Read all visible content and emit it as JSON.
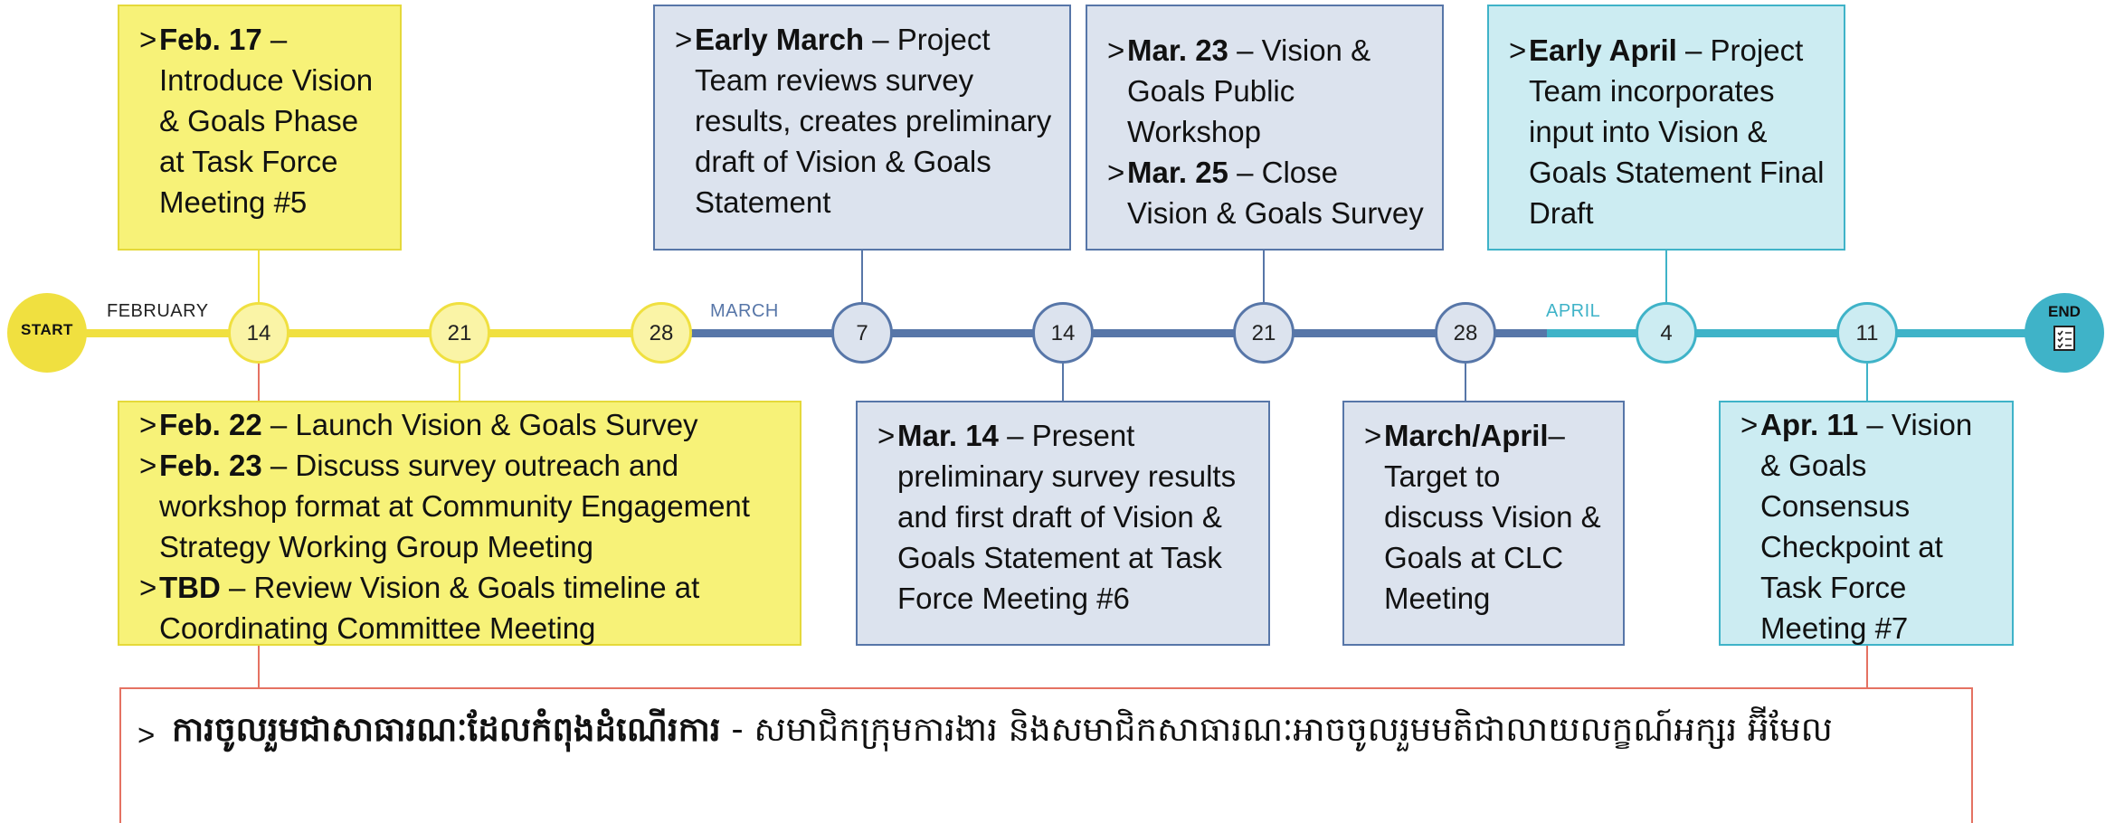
{
  "colors": {
    "yellow": "#f7f278",
    "yellow_line": "#f0e040",
    "steel": "#5776a8",
    "steel_fill": "#dce3ee",
    "cyan": "#3fb3c8",
    "cyan_fill": "#ccecf2",
    "banner_border": "#e57262"
  },
  "timeline": {
    "start_label": "START",
    "end_label": "END",
    "end_icon": "checklist-icon",
    "months": {
      "february": "FEBRUARY",
      "march": "MARCH",
      "april": "APRIL"
    },
    "dates": [
      "14",
      "21",
      "28",
      "7",
      "14",
      "21",
      "28",
      "4",
      "11"
    ]
  },
  "top_boxes": {
    "feb17": {
      "items": [
        {
          "bold": "Feb. 17",
          "rest": " – Introduce Vision & Goals Phase at Task Force Meeting #5"
        }
      ]
    },
    "early_march": {
      "items": [
        {
          "bold": "Early March",
          "rest": " – Project Team reviews survey results, creates preliminary draft of Vision & Goals Statement"
        }
      ]
    },
    "mar23": {
      "items": [
        {
          "bold": "Mar. 23",
          "rest": " – Vision & Goals Public Workshop"
        },
        {
          "bold": "Mar. 25",
          "rest": " – Close Vision & Goals Survey"
        }
      ]
    },
    "early_april": {
      "items": [
        {
          "bold": "Early April",
          "rest": " – Project Team incorporates input into Vision & Goals Statement Final Draft"
        }
      ]
    }
  },
  "bottom_boxes": {
    "feb22": {
      "items": [
        {
          "bold": "Feb. 22",
          "rest": " – Launch Vision & Goals Survey"
        },
        {
          "bold": "Feb. 23",
          "rest": " – Discuss survey outreach and workshop format at Community Engagement Strategy Working Group Meeting"
        },
        {
          "bold": "TBD",
          "rest": " – Review Vision & Goals timeline at Coordinating Committee Meeting"
        }
      ]
    },
    "mar14": {
      "items": [
        {
          "bold": "Mar. 14",
          "rest": " – Present preliminary survey results and first draft of Vision & Goals Statement at Task Force Meeting #6"
        }
      ]
    },
    "march_april": {
      "items": [
        {
          "bold": "March/April",
          "rest": "– Target to discuss Vision & Goals at CLC Meeting"
        }
      ]
    },
    "apr11": {
      "items": [
        {
          "bold": "Apr. 11",
          "rest": " – Vision & Goals Consensus Checkpoint at Task Force Meeting #7"
        }
      ]
    }
  },
  "banner": {
    "bold": "ការចូលរួមជាសាធារណៈដែលកំពុងដំណើរការ",
    "rest": " - សមាជិកក្រុមការងារ និងសមាជិកសាធារណៈអាចចូលរួមមតិជាលាយលក្ខណ៍អក្សរ អ៊ីមែល"
  }
}
